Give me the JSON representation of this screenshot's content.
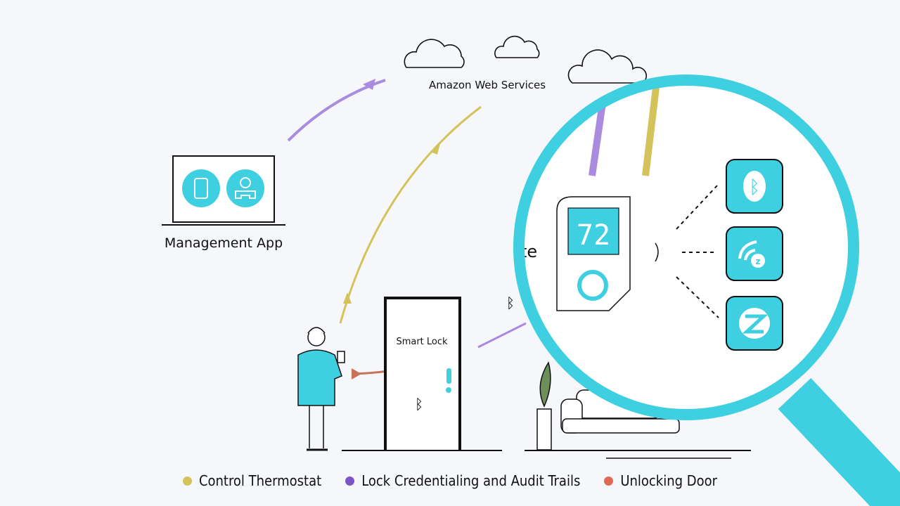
{
  "labels": {
    "cloud": "Amazon Web Services",
    "app": "Management App",
    "lock": "Smart Lock",
    "thermostat_display": "72",
    "partial_text": "te"
  },
  "icons": [
    "cloud-icon",
    "thermostat-icon",
    "user-icon",
    "bluetooth-icon",
    "zwave-icon",
    "zigbee-icon",
    "magnifier-icon",
    "person-icon",
    "door-icon",
    "sofa-icon",
    "plant-icon"
  ],
  "colors": {
    "thermostat": "#d4c25a",
    "credentialing": "#a98be0",
    "unlocking": "#c7735a",
    "accent": "#3ecfe0",
    "background": "#f5f7fb"
  },
  "legend": [
    {
      "label": "Control Thermostat",
      "color": "#d4c25a"
    },
    {
      "label": "Lock Credentialing and Audit Trails",
      "color": "#7d55c7"
    },
    {
      "label": "Unlocking Door",
      "color": "#e06a55"
    }
  ]
}
